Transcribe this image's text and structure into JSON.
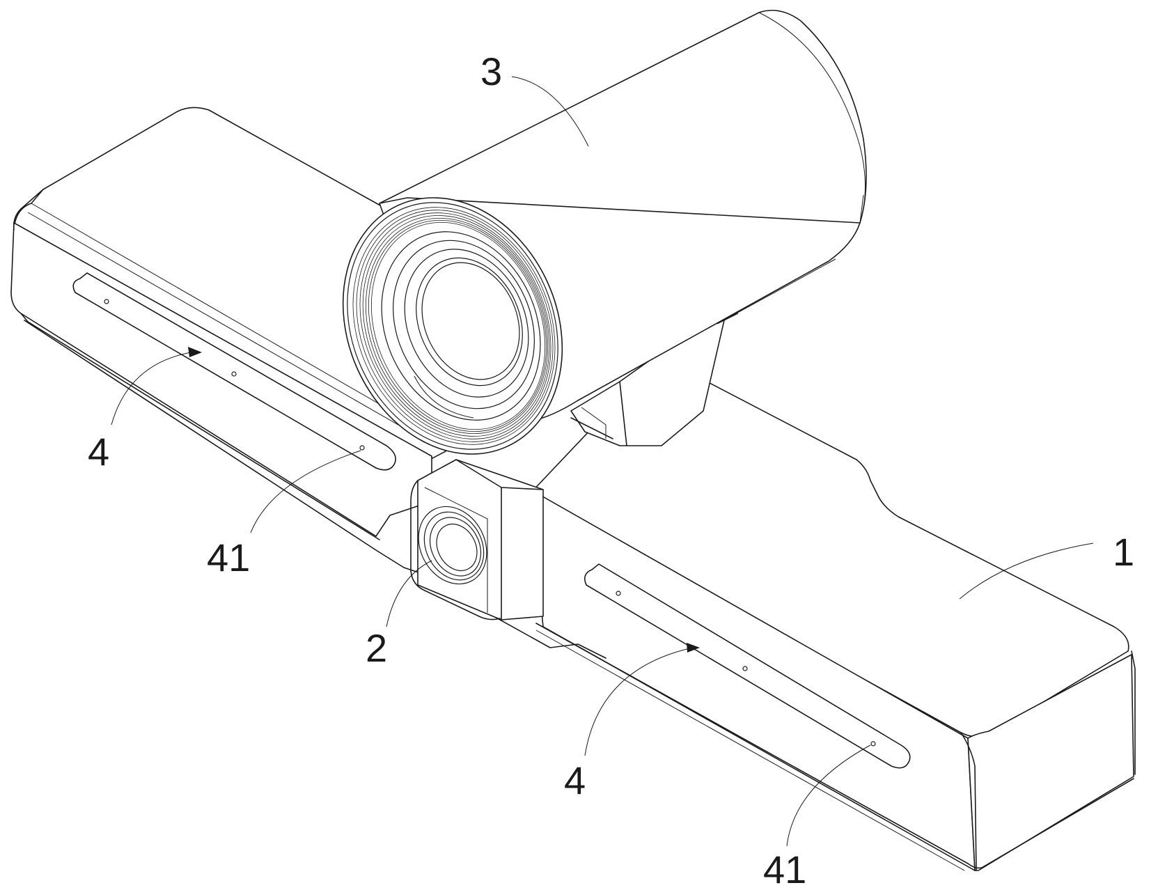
{
  "labels": {
    "label_3": "3",
    "label_4_left": "4",
    "label_41_left": "41",
    "label_2": "2",
    "label_1": "1",
    "label_4_right": "4",
    "label_41_right": "41"
  },
  "colors": {
    "line": "#1a1a1a",
    "background": "#ffffff"
  }
}
